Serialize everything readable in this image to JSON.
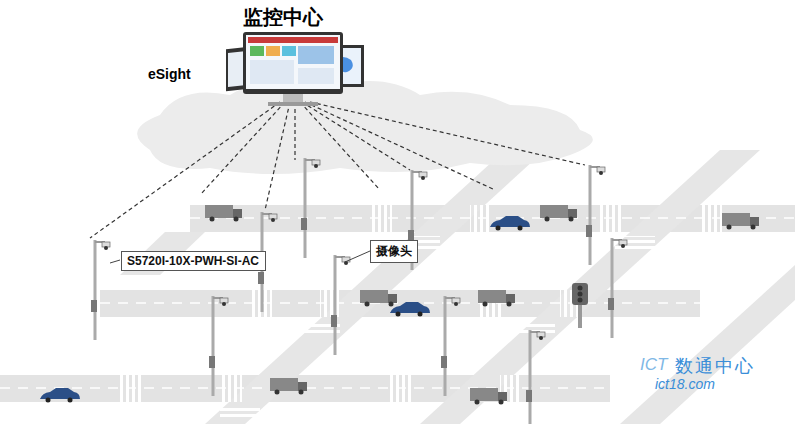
{
  "diagram": {
    "title": "监控中心",
    "nodes": [
      {
        "text": [
          "S5720I-10X-PWH-SI-AC"
        ]
      },
      {
        "text": [
          "摄像头"
        ]
      }
    ],
    "labels": [
      "eSight",
      "ICT",
      "数通中心",
      "ict18.com"
    ]
  }
}
